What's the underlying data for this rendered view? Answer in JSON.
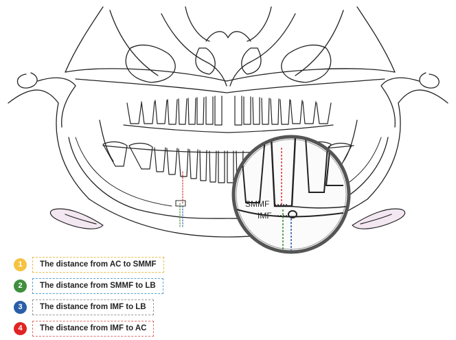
{
  "magnifier_labels": {
    "smmf": "SMMF",
    "imf": "IMF"
  },
  "legend": [
    {
      "number": "1",
      "text": "The distance from AC to SMMF",
      "color": "#f5c242"
    },
    {
      "number": "2",
      "text": "The distance from SMMF to LB",
      "color": "#3e8e3e"
    },
    {
      "number": "3",
      "text": "The distance from IMF to LB",
      "color": "#2a5ea8"
    },
    {
      "number": "4",
      "text": "The distance from IMF to AC",
      "color": "#e02424"
    }
  ]
}
